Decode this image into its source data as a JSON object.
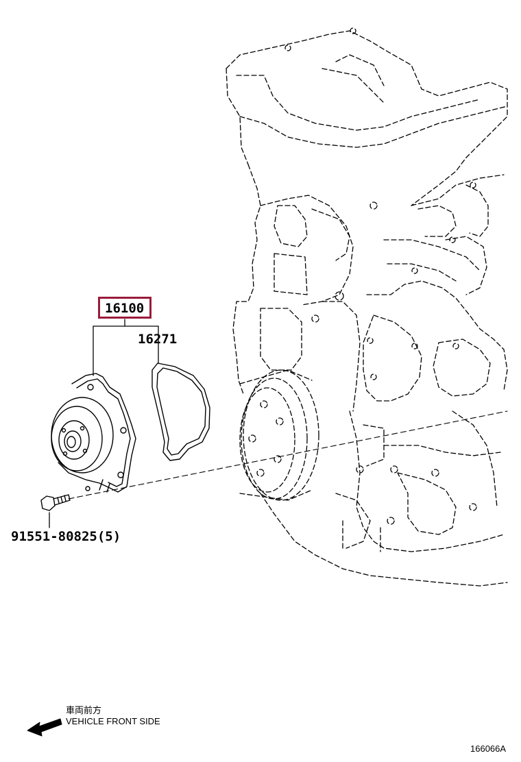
{
  "parts": {
    "main_part": "16100",
    "gasket": "16271",
    "bolt": "91551-80825(5)"
  },
  "highlight_color": "#9a1b3a",
  "direction": {
    "label_jp": "車両前方",
    "label_en": "VEHICLE FRONT SIDE",
    "icon": "arrow-left-down-icon"
  },
  "diagram_id": "166066A"
}
